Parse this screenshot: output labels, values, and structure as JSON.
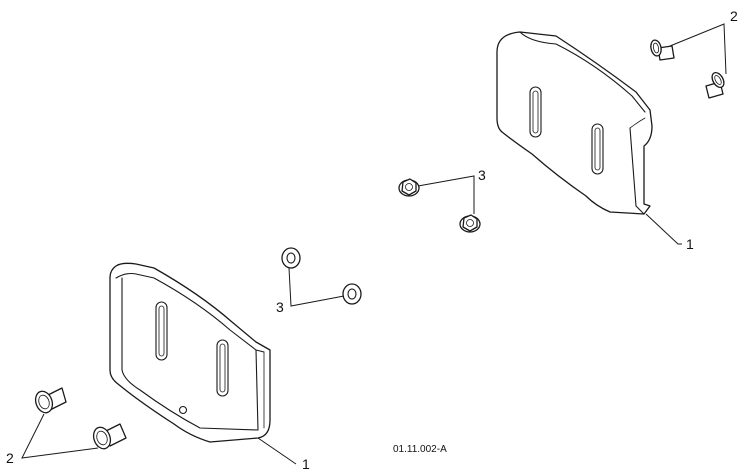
{
  "callouts": {
    "shoe_upper": "1",
    "shoe_lower": "1",
    "bolts_upper": "2",
    "bolts_lower": "2",
    "nuts_upper": "3",
    "nuts_lower": "3"
  },
  "drawing_number": "01.11.002-A",
  "colors": {
    "line": "#1a1a1a",
    "background": "#ffffff"
  }
}
